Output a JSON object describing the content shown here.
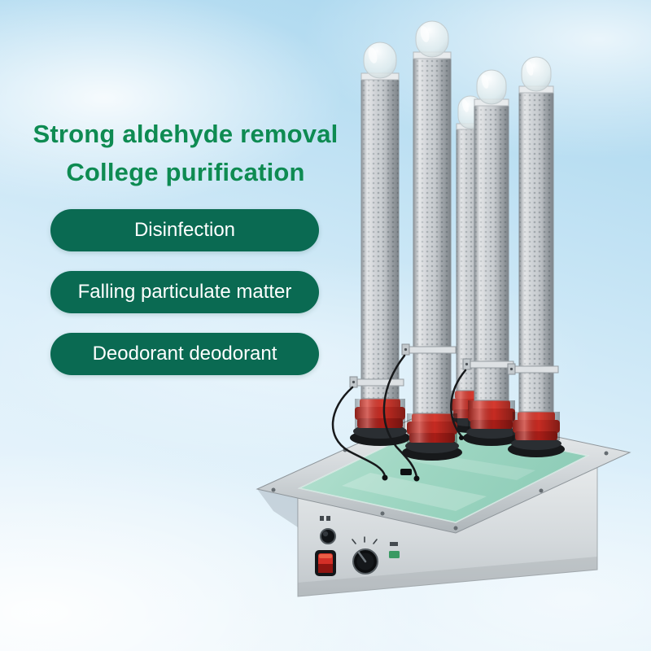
{
  "headline": {
    "line1": "Strong aldehyde removal",
    "line2": "College purification"
  },
  "badges": [
    {
      "label": "Disinfection"
    },
    {
      "label": "Falling particulate matter"
    },
    {
      "label": "Deodorant deodorant"
    }
  ],
  "colors": {
    "headline_green": "#0e8b52",
    "badge_bg": "#0a6a52",
    "badge_text": "#ffffff",
    "sky_top": "#a6d5ee",
    "sky_bottom": "#eef7fc",
    "collar_red": "#c62b22",
    "panel_green": "#9ed6c2",
    "steel_gray": "#d2d7da"
  },
  "product": {
    "alt": "Stainless steel photocatalyst air purification unit with five perforated tubes, red pipe collars, green glass top panel and front control panel (power button, red rocker switch, rotary knob, green indicator)"
  }
}
